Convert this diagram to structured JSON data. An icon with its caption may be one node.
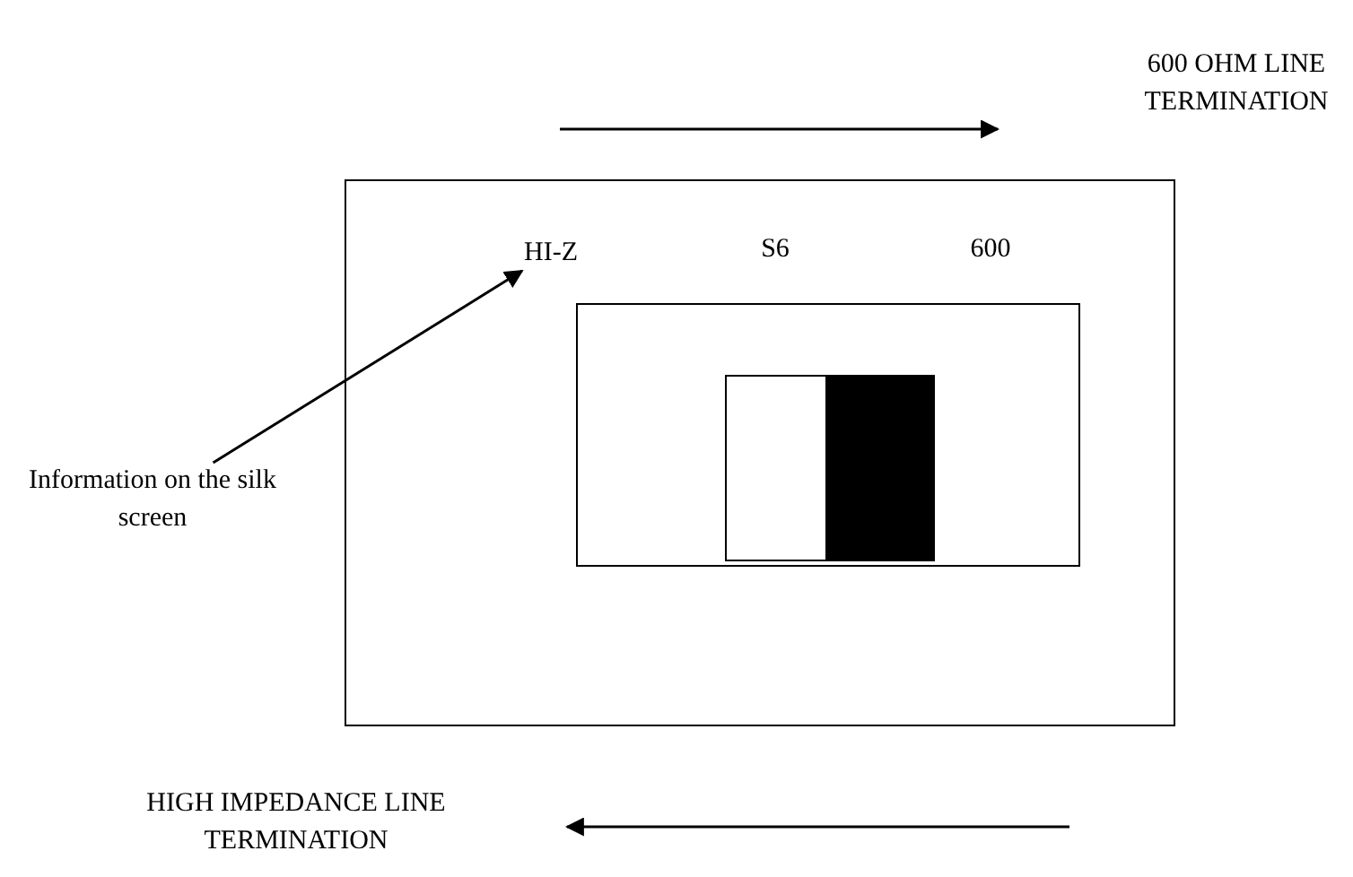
{
  "diagram": {
    "nodes": [
      {
        "text": [],
        "shape": "box"
      },
      {
        "text": [
          "HI-Z"
        ],
        "in": 0
      },
      {
        "text": [],
        "shape": "box",
        "in": 0
      },
      {
        "text": [],
        "shape": "box",
        "in": 2
      },
      {
        "text": [
          "Information on the silk screen"
        ]
      },
      {
        "text": [
          "600 OHM LINE TERMINATION"
        ]
      },
      {
        "text": [
          "HIGH IMPEDANCE LINE TERMINATION"
        ]
      }
    ],
    "edges": [
      {
        "from": 4,
        "to": 1,
        "arrow": "to"
      },
      {
        "from": null,
        "to": 5,
        "arrow": "to"
      },
      {
        "from": null,
        "to": 6,
        "arrow": "to"
      }
    ],
    "labels": [
      "S6",
      "600"
    ]
  }
}
